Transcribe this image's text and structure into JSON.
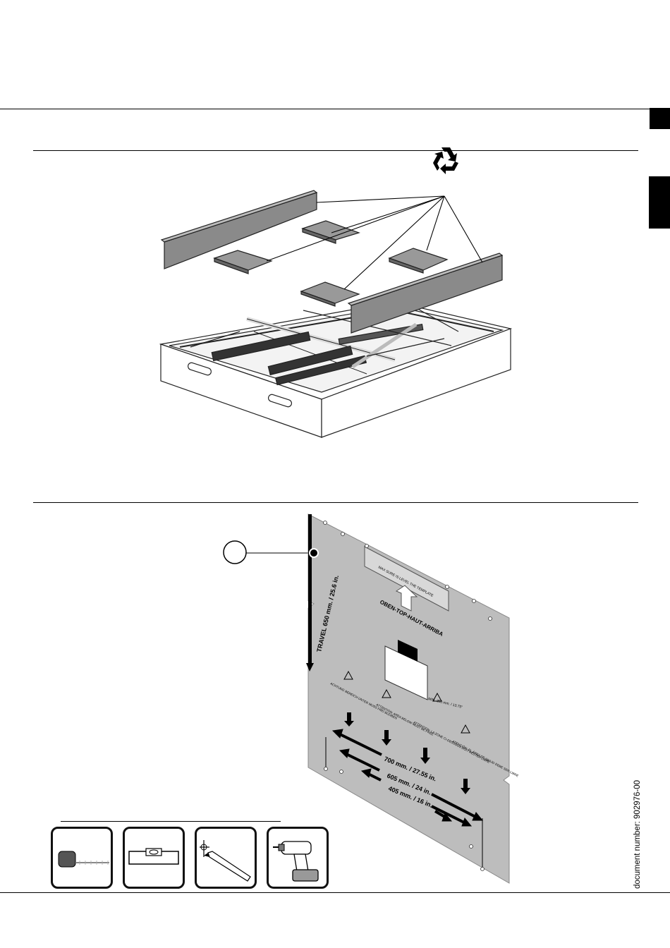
{
  "page": {
    "document_number": "document number: 902976-00"
  },
  "figure_2": {
    "template": {
      "travel_label": "TRAVEL 650 mm. / 25.6 in.",
      "top_label": "OBEN-TOP-HAUT-ARRIBA",
      "template_hint": "MAX SURE IS LEVEL THE TEMPLATE",
      "min_label": "MIN. 350 mm. / 13.75\"",
      "dim_700": "700 mm. / 27.55 in.",
      "dim_605": "605 mm. / 24 in.",
      "dim_405": "405 mm. / 16 in.",
      "warnings": [
        "ACHTUNG BEREICH UNTER MUSS FREI BLEIBEN",
        "ATTENTION: AREA BELOW MUST BE FREE",
        "ATTENTION: LA ZONE CI-DESSOUS DOIT RESTER LIBRE",
        "ATENCIÓN: EL ÁREA DE ABAJO DEBE SER LIBRE"
      ]
    }
  },
  "tools": [
    {
      "name": "tape-measure-icon"
    },
    {
      "name": "spirit-level-icon"
    },
    {
      "name": "pencil-icon"
    },
    {
      "name": "cordless-drill-icon"
    }
  ]
}
